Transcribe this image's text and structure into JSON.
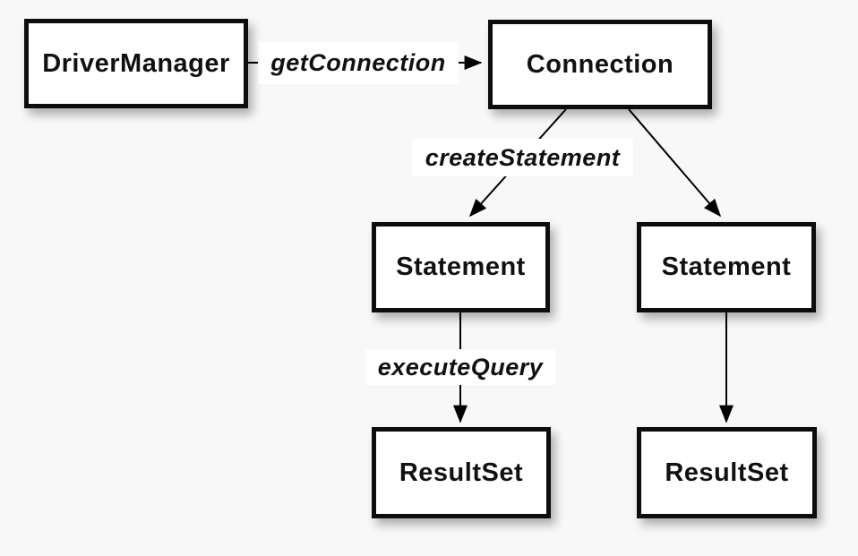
{
  "diagram": {
    "title_semantic": "JDBC object creation flow",
    "colors": {
      "background": "#f8f8f8",
      "node_fill": "#ffffff",
      "node_border": "#0d0d0d",
      "edge_line": "#000000",
      "text": "#111111",
      "label_background": "#ffffff"
    },
    "nodes": {
      "driver_manager": {
        "label": "DriverManager"
      },
      "connection": {
        "label": "Connection"
      },
      "statement_left": {
        "label": "Statement"
      },
      "statement_right": {
        "label": "Statement"
      },
      "resultset_left": {
        "label": "ResultSet"
      },
      "resultset_right": {
        "label": "ResultSet"
      }
    },
    "edges": {
      "get_connection": {
        "label": "getConnection",
        "from": "DriverManager",
        "to": "Connection"
      },
      "create_statement": {
        "label": "createStatement",
        "from": "Connection",
        "to": "Statement"
      },
      "connection_to_statement_right": {
        "label": "",
        "from": "Connection",
        "to": "Statement"
      },
      "execute_query": {
        "label": "executeQuery",
        "from": "Statement",
        "to": "ResultSet"
      },
      "statement_right_to_resultset_right": {
        "label": "",
        "from": "Statement",
        "to": "ResultSet"
      }
    }
  }
}
